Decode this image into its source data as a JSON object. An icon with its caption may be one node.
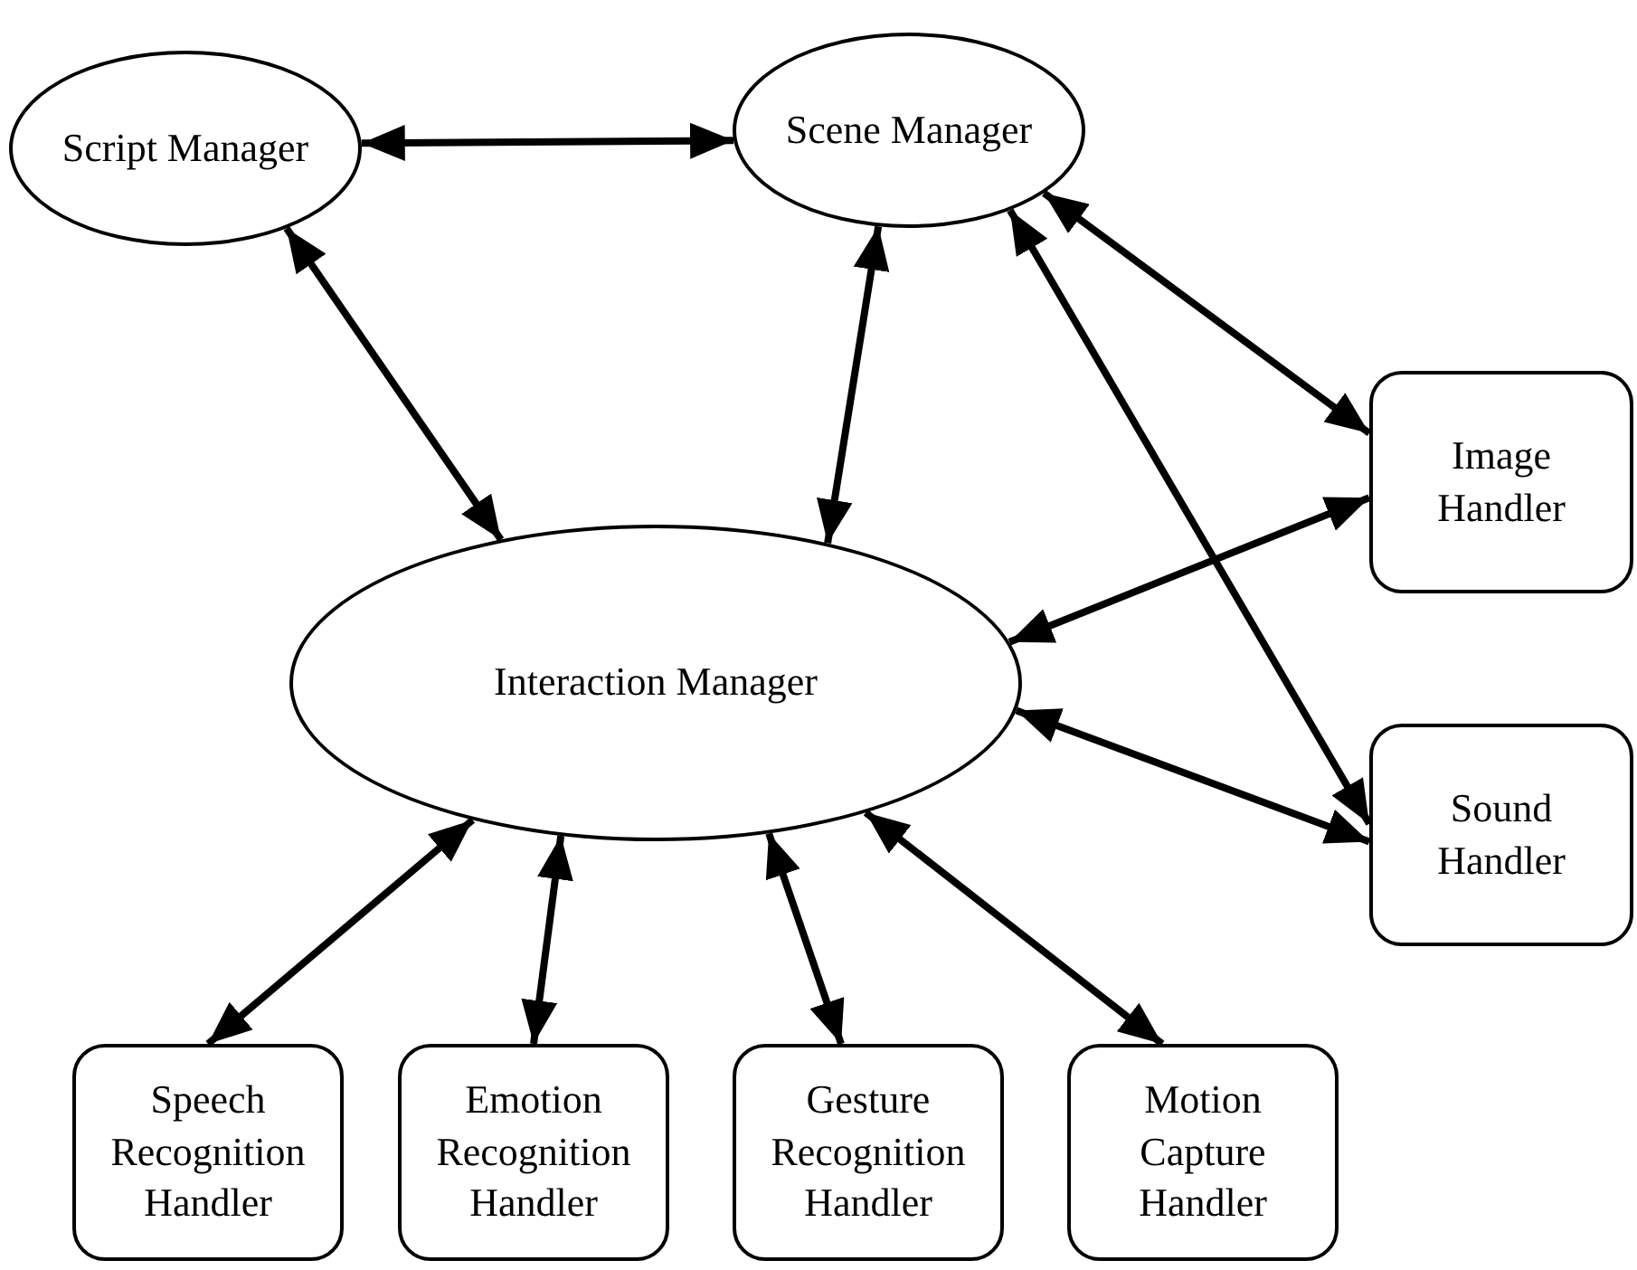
{
  "diagram": {
    "nodes": [
      {
        "text": [
          "Script Manager"
        ]
      },
      {
        "text": [
          "Scene Manager"
        ]
      },
      {
        "text": [
          "Interaction Manager"
        ]
      },
      {
        "text": [
          "Image Handler"
        ]
      },
      {
        "text": [
          "Sound Handler"
        ]
      },
      {
        "text": [
          "Speech Recognition Handler"
        ]
      },
      {
        "text": [
          "Emotion Recognition Handler"
        ]
      },
      {
        "text": [
          "Gesture Recognition Handler"
        ]
      },
      {
        "text": [
          "Motion Capture Handler"
        ]
      }
    ],
    "edges": [
      {
        "from": 0,
        "to": 1,
        "arrow": "both"
      },
      {
        "from": 0,
        "to": 2,
        "arrow": "both"
      },
      {
        "from": 1,
        "to": 2,
        "arrow": "both"
      },
      {
        "from": 1,
        "to": 3,
        "arrow": "both"
      },
      {
        "from": 2,
        "to": 3,
        "arrow": "both"
      },
      {
        "from": 1,
        "to": 4,
        "arrow": "both"
      },
      {
        "from": 2,
        "to": 4,
        "arrow": "both"
      },
      {
        "from": 2,
        "to": 5,
        "arrow": "both"
      },
      {
        "from": 2,
        "to": 6,
        "arrow": "both"
      },
      {
        "from": 2,
        "to": 7,
        "arrow": "both"
      },
      {
        "from": 2,
        "to": 8,
        "arrow": "both"
      }
    ]
  }
}
